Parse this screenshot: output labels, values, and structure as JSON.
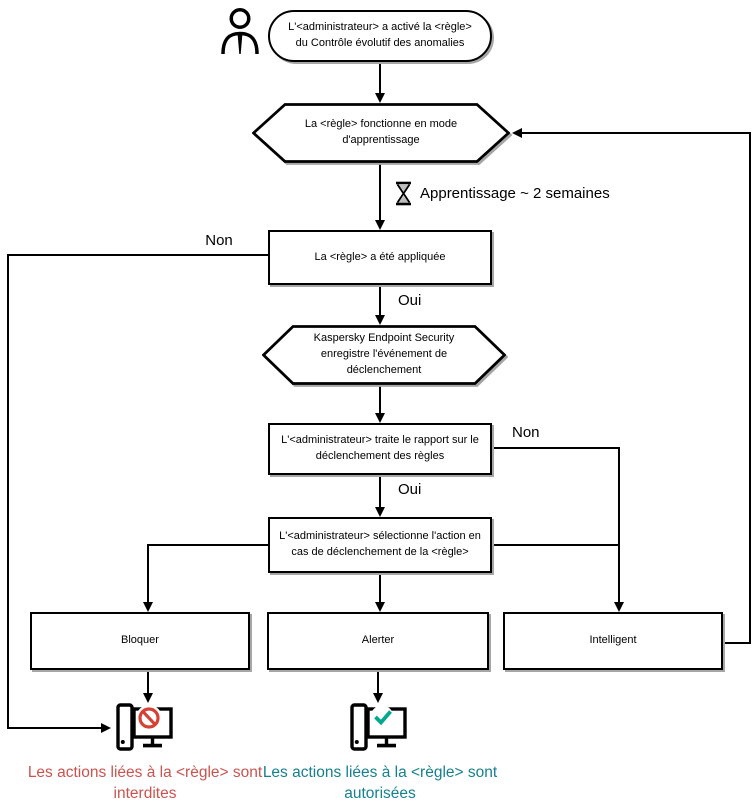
{
  "nodes": {
    "start": "L'<administrateur> a activé la <règle> du Contrôle évolutif des anomalies",
    "learning_mode": "La <règle> fonctionne en mode d'apprentissage",
    "rule_applied": "La <règle> a été appliquée",
    "record_event": "Kaspersky Endpoint Security enregistre l'événement de déclenchement",
    "process_report": "L'<administrateur> traite le rapport sur le déclenchement des règles",
    "select_action": "L'<administrateur> sélectionne l'action en cas de déclenchement de la <règle>",
    "action_block": "Bloquer",
    "action_alert": "Alerter",
    "action_smart": "Intelligent",
    "outcome_blocked": "Les actions liées à la <règle> sont interdites",
    "outcome_allowed": "Les actions liées à la <règle> sont autorisées"
  },
  "labels": {
    "yes": "Oui",
    "no": "Non",
    "learning_duration": "Apprentissage ~ 2 semaines"
  },
  "icons": {
    "person": "person-icon",
    "hourglass": "hourglass-icon",
    "computer_denied": "computer-denied-icon",
    "computer_allowed": "computer-allowed-icon"
  },
  "colors": {
    "line": "#000000",
    "blocked_text": "#c9544f",
    "allowed_text": "#17808f",
    "deny_icon": "#d54234",
    "allow_icon": "#00a88e",
    "sand": "#bdbdbd",
    "shadow": "#a6a6a6"
  }
}
